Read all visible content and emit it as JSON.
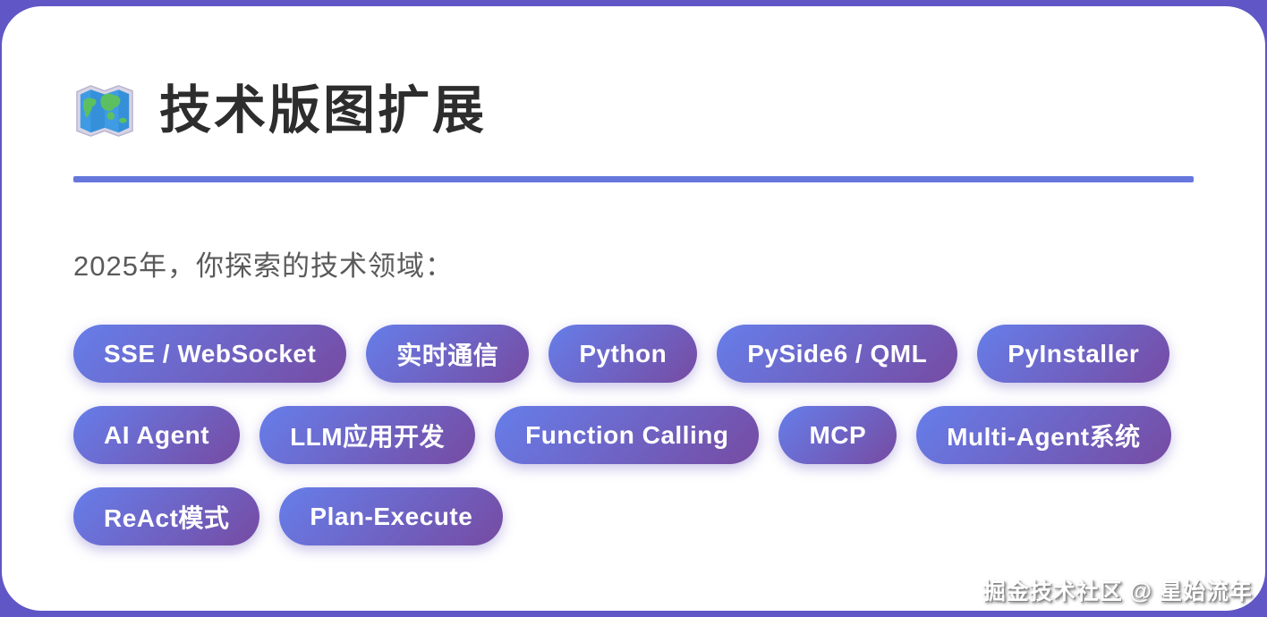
{
  "page": {
    "background_color": "#6156c5",
    "card_color": "#ffffff"
  },
  "header": {
    "icon": "world-map-icon",
    "title": "技术版图扩展",
    "underline_color": "#6577dd"
  },
  "intro": {
    "text": "2025年，你探索的技术领域："
  },
  "tags": {
    "gradient_start": "#667eea",
    "gradient_end": "#764ba2",
    "text_color": "#ffffff",
    "rows": [
      [
        "SSE / WebSocket",
        "实时通信",
        "Python",
        "PySide6 / QML",
        "PyInstaller"
      ],
      [
        "AI Agent",
        "LLM应用开发",
        "Function Calling",
        "MCP",
        "Multi-Agent系统"
      ],
      [
        "ReAct模式",
        "Plan-Execute"
      ]
    ]
  },
  "watermark": {
    "text": "掘金技术社区 @ 星始流年"
  }
}
